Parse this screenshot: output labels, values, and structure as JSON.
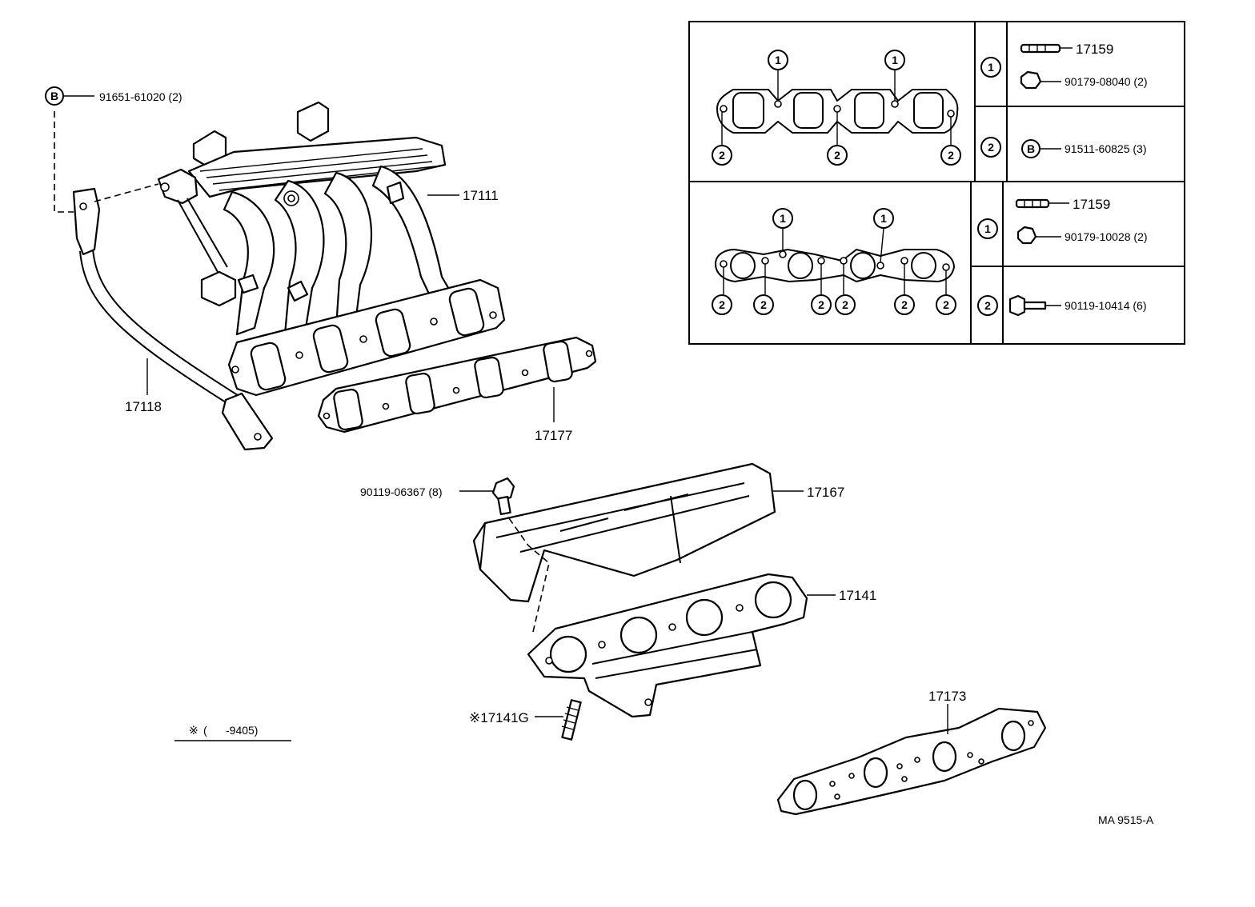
{
  "diagram": {
    "code": "MA 9515-A",
    "note": {
      "symbol": "※",
      "range": "(      -9405)"
    },
    "parts": {
      "bolt_b_intake": {
        "marker": "B",
        "number": "91651-61020 (2)"
      },
      "intake_manifold": "17111",
      "stay": "17118",
      "intake_gasket": "17177",
      "exhaust_bolt": "90119-06367 (8)",
      "heat_insulator": "17167",
      "exhaust_manifold": "17141",
      "stud": "※17141G",
      "exhaust_gasket": "17173"
    },
    "table": {
      "upper": {
        "row1_marker": "1",
        "row1_item1": "17159",
        "row1_item2": "90179-08040 (2)",
        "row2_marker": "2",
        "row2_item1_marker": "B",
        "row2_item1": "91511-60825 (3)"
      },
      "lower": {
        "row1_marker": "1",
        "row1_item1": "17159",
        "row1_item2": "90179-10028 (2)",
        "row2_marker": "2",
        "row2_item1": "90119-10414 (6)"
      }
    },
    "callouts": {
      "one": "1",
      "two": "2"
    }
  }
}
